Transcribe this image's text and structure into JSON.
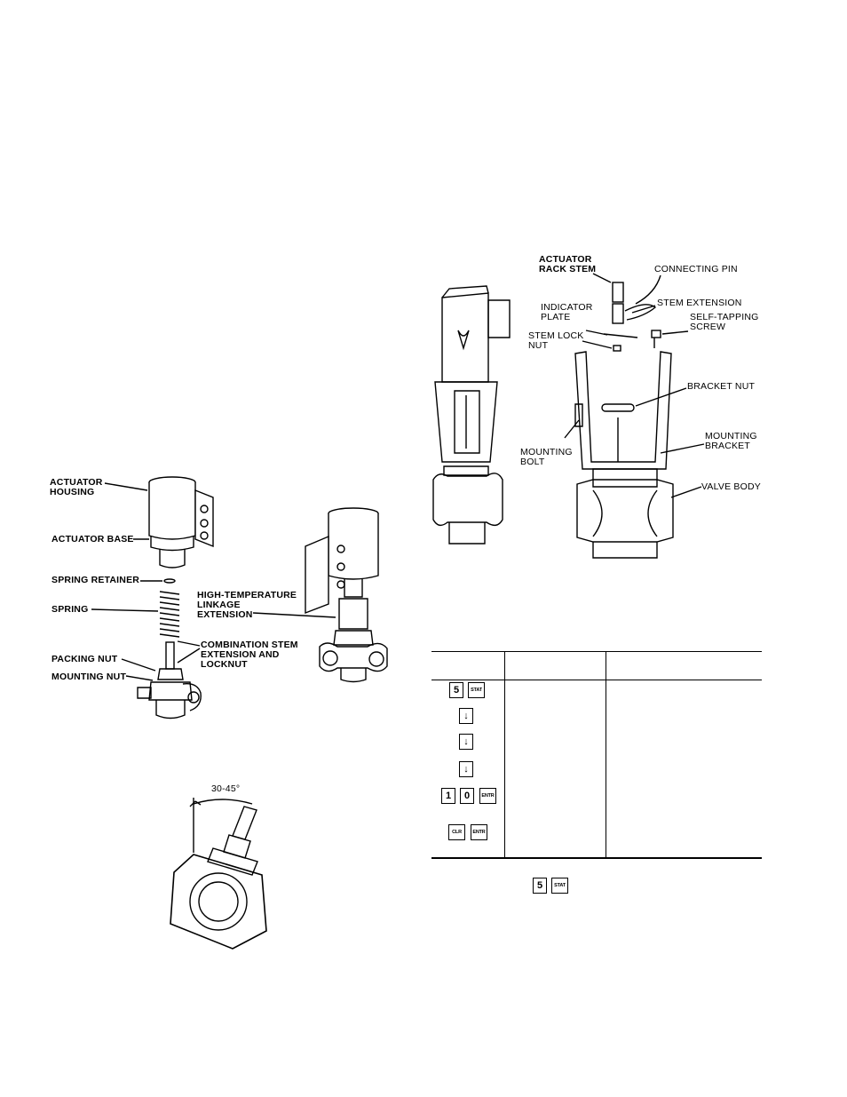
{
  "figure_left": {
    "labels": {
      "actuator_housing": "ACTUATOR\nHOUSING",
      "actuator_base": "ACTUATOR BASE",
      "spring_retainer": "SPRING RETAINER",
      "spring": "SPRING",
      "high_temp_linkage": "HIGH-TEMPERATURE\nLINKAGE\nEXTENSION",
      "combination_stem": "COMBINATION STEM\nEXTENSION AND\nLOCKNUT",
      "packing_nut": "PACKING NUT",
      "mounting_nut": "MOUNTING NUT"
    }
  },
  "figure_angle": {
    "label": "30-45°"
  },
  "figure_right": {
    "labels": {
      "actuator_rack_stem": "ACTUATOR\nRACK STEM",
      "connecting_pin": "CONNECTING PIN",
      "stem_extension": "STEM EXTENSION",
      "indicator_plate": "INDICATOR\nPLATE",
      "self_tapping_screw": "SELF-TAPPING\nSCREW",
      "stem_lock_nut": "STEM LOCK\nNUT",
      "bracket_nut": "BRACKET NUT",
      "mounting_bolt": "MOUNTING\nBOLT",
      "mounting_bracket": "MOUNTING\nBRACKET",
      "valve_body": "VALVE BODY"
    }
  },
  "keypad_table": {
    "rows": [
      [
        "5",
        "STAT"
      ],
      [
        "↓"
      ],
      [
        "↓"
      ],
      [
        "↓"
      ],
      [
        "1",
        "0",
        "ENTR"
      ],
      [
        "CLR",
        "ENTR"
      ]
    ],
    "footer_keys": [
      "5",
      "STAT"
    ]
  }
}
